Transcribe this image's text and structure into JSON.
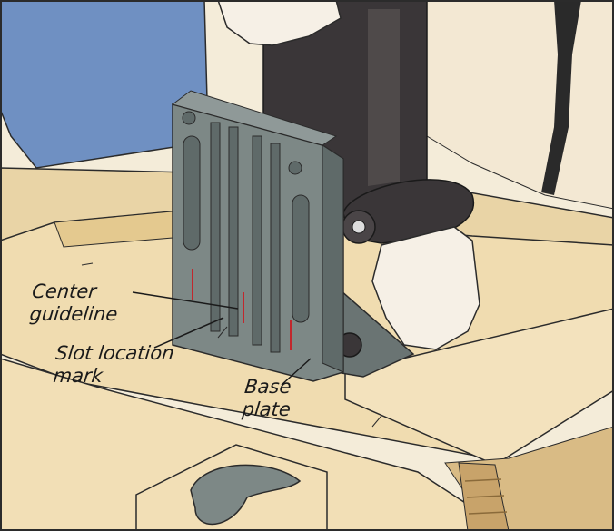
{
  "labels": {
    "center_guideline": "Center\nguideline",
    "slot_location_mark": "Slot location\nmark",
    "base_plate": "Base\nplate"
  },
  "colors": {
    "wood": "#f0dcb0",
    "wood_shade": "#e4c98f",
    "plate": "#7d8886",
    "plate_dark": "#5f6a69",
    "motor": "#3a3638",
    "shirt": "#6f90c2",
    "guide_mark": "#c1272d",
    "border": "#2b2b2b"
  }
}
